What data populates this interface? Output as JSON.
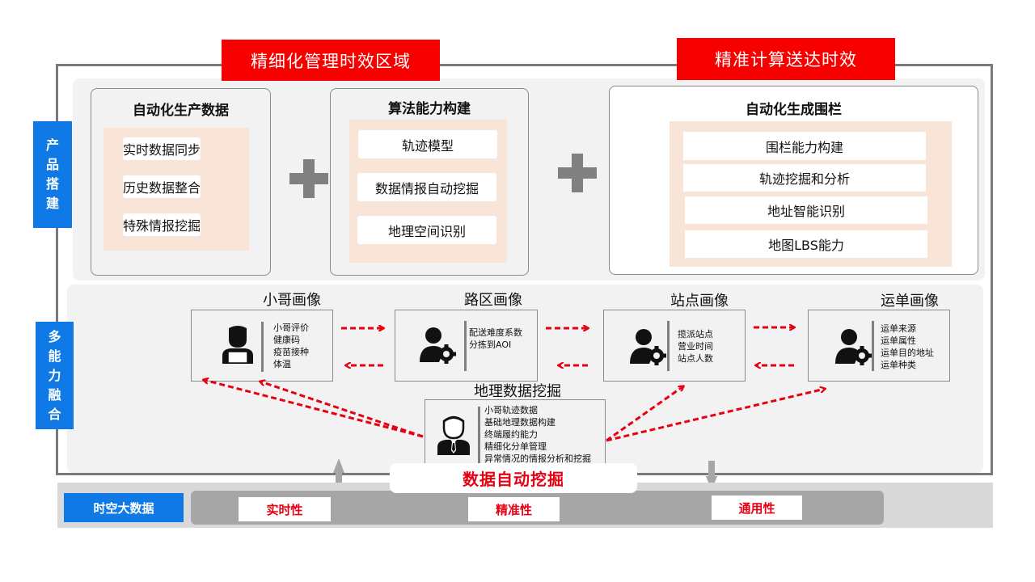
{
  "titles": {
    "fine_management": "精细化管理时效区域",
    "precise_delivery": "精准计算送达时效"
  },
  "side_tags": {
    "product_build": [
      "产",
      "品",
      "搭",
      "建"
    ],
    "multi_capability": [
      "多",
      "能",
      "力",
      "融",
      "合"
    ]
  },
  "product_cards": [
    {
      "title": "自动化生产数据",
      "items": [
        "实时数据同步",
        "历史数据整合",
        "特殊情报挖掘"
      ]
    },
    {
      "title": "算法能力构建",
      "items": [
        "轨迹模型",
        "数据情报自动挖掘",
        "地理空间识别"
      ]
    },
    {
      "title": "自动化生成围栏",
      "items": [
        "围栏能力构建",
        "轨迹挖掘和分析",
        "地址智能识别",
        "地图LBS能力"
      ]
    }
  ],
  "portraits": [
    {
      "title": "小哥画像",
      "icon": "courier-laptop-icon",
      "lines": [
        "小哥评价",
        "健康码",
        "疫苗接种",
        "体温"
      ]
    },
    {
      "title": "路区画像",
      "icon": "user-gear-icon",
      "lines": [
        "配送难度系数",
        "分拣到AOI"
      ]
    },
    {
      "title": "站点画像",
      "icon": "user-gear-icon",
      "lines": [
        "揽派站点",
        "营业时间",
        "站点人数"
      ]
    },
    {
      "title": "运单画像",
      "icon": "user-gear-icon",
      "lines": [
        "运单来源",
        "运单属性",
        "运单目的地址",
        "运单种类"
      ]
    }
  ],
  "geo_mining": {
    "title": "地理数据挖掘",
    "icon": "businessman-icon",
    "lines": [
      "小哥轨迹数据",
      "基础地理数据构建",
      "终端履约能力",
      "精细化分单管理",
      "异常情况的情报分析和挖掘"
    ]
  },
  "data_mining_label": "数据自动挖掘",
  "spatiotemporal": {
    "label": "时空大数据",
    "attributes": [
      "实时性",
      "精准性",
      "通用性"
    ]
  },
  "colors": {
    "red": "#f70000",
    "blue": "#0f7ae6",
    "peach": "#f9e4d8",
    "gray": "#808080"
  }
}
